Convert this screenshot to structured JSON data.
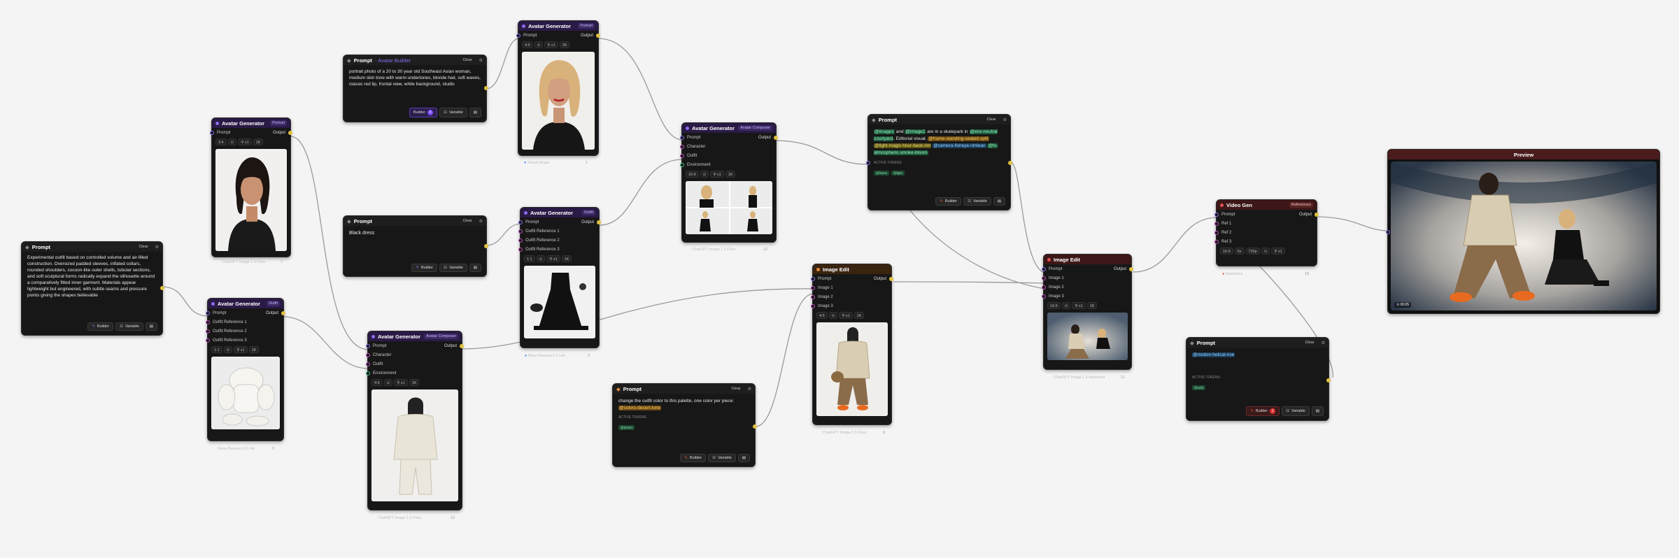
{
  "colors": {
    "avatar_header": "#2a1a46",
    "edit_header": "#3a2410",
    "video_header": "#3d1717",
    "output_pin": "#e0c040",
    "wire": "#9a9a9a"
  },
  "labels": {
    "prompt": "Prompt",
    "output": "Output",
    "character": "Character",
    "outfit": "Outfit",
    "environment": "Environment",
    "ref1": "Ref 1",
    "ref2": "Ref 2",
    "ref3": "Ref 3",
    "image1": "Image 1",
    "image2": "Image 2",
    "image3": "Image 3",
    "outfit_ref1": "Outfit Reference 1",
    "outfit_ref2": "Outfit Reference 2",
    "outfit_ref3": "Outfit Reference 3",
    "clear": "Clear",
    "builder": "Builder",
    "variable": "Variable",
    "preview_title": "Preview"
  },
  "nodes": {
    "avatar_top": {
      "title": "Avatar Generator",
      "tag": "Portrait",
      "ctrls": [
        "4:5",
        "⊙",
        "⚲ x1",
        "2K"
      ],
      "foot_model": "Visual Image",
      "foot_count": "1"
    },
    "avatar_left": {
      "title": "Avatar Generator",
      "tag": "Portrait",
      "ctrls": [
        "3:4",
        "⊙",
        "⚲ x1",
        "1K"
      ],
      "foot_model": "ChatGPT Image 1.5 Flow",
      "foot_count": "7"
    },
    "avatar_outfit1": {
      "title": "Avatar Generator",
      "tag": "Outfit",
      "ctrls": [
        "1:1",
        "⊙",
        "⚲ x1",
        "1K"
      ],
      "foot_model": "Nano Banana 2.0 Lite",
      "foot_count": "3"
    },
    "avatar_outfit2": {
      "title": "Avatar Generator",
      "tag": "Outfit",
      "ctrls": [
        "1:1",
        "⊙",
        "⚲ x1",
        "1K"
      ],
      "foot_model": "Nano Banana 2.0 Lite",
      "foot_count": "2"
    },
    "avatar_comp1": {
      "title": "Avatar Generator",
      "tag": "Avatar Composer",
      "ctrls": [
        "4:5",
        "⊙",
        "⚲ x1",
        "1K"
      ],
      "foot_model": "ChatGPT Image 1.5 Flow",
      "foot_count": "13"
    },
    "avatar_comp2": {
      "title": "Avatar Generator",
      "tag": "Avatar Composer",
      "ctrls": [
        "16:9",
        "⊙",
        "⚲ x1",
        "1K"
      ],
      "foot_model": "ChatGPT Image 1.5 Flow",
      "foot_count": "12"
    },
    "edit1": {
      "title": "Image Edit",
      "ctrls": [
        "4:5",
        "⊙",
        "⚲ x1",
        "1K"
      ],
      "foot_model": "ChatGPT Image 1.5 Flow",
      "foot_count": "6"
    },
    "edit2": {
      "title": "Image Edit",
      "ctrls": [
        "16:9",
        "⊙",
        "⚲ x1",
        "1K"
      ],
      "foot_model": "ChatGPT Image 1.5 Balanced",
      "foot_count": "11"
    },
    "video": {
      "title": "Video Gen",
      "tag": "References",
      "ctrls": [
        "16:9",
        "5s",
        "720p",
        "⊙",
        "⚲ x1"
      ],
      "foot_model": "Seedance",
      "foot_count": "18"
    }
  },
  "prompts": {
    "outfit_text": "Experimental outfit based on controlled volume and air-filled construction. Oversized padded sleeves, inflated collars, rounded shoulders, cocoon-like outer shells, tubular sections, and soft sculptural forms radically expand the silhouette around a comparatively fitted inner garment. Materials appear lightweight but engineered, with subtle seams and pressure points giving the shapes believable",
    "avatar_builder_title": "Prompt",
    "avatar_builder_accent": "· Avatar Builder",
    "avatar_text": "portrait photo of a 20 to 30 year old Southeast Asian woman, medium skin tone with warm undertones, blonde hair, soft waves, classic red lip, frontal view, white background, studio",
    "dress_text": "Black dress",
    "scene_chips": [
      "@image1",
      "and",
      "@image2",
      "are in a skatepark in",
      "@env-neutral courtyard",
      ". Editorial visual.",
      "@frame-standing-seated-split",
      "@light-magic-hour-back-rim",
      "@camera-fisheye-rimlean",
      "@fx-atmospheric-smoke-bloom"
    ],
    "palette_text": "change the outfit color to this palette, one color per piece:",
    "palette_chip": "@colors-desert-tone",
    "motion_chip": "@motion-helical-rise",
    "active_tokens": "ACTIVE TOKENS",
    "active_mini": [
      "@frame",
      "@light"
    ],
    "palette_mini": "@desert",
    "motion_mini": "@orbit",
    "builder_badge1": "4",
    "builder_badge2": "1"
  },
  "preview": {
    "corner": "⊙ 00:05"
  }
}
